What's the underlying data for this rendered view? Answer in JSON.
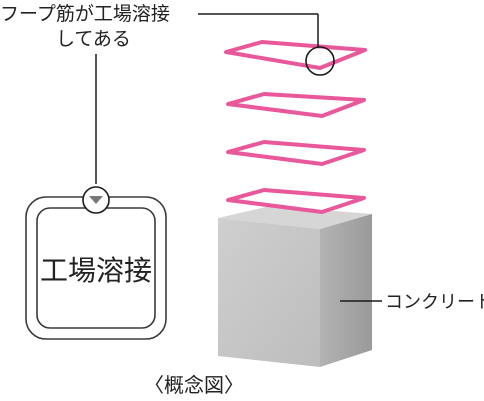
{
  "labels": {
    "callout_line1": "フープ筋が工場溶接",
    "callout_line2": "してある",
    "detail_text": "工場溶接",
    "material": "コンクリート",
    "caption": "〈概念図〉"
  },
  "colors": {
    "hoop": "#e8589a",
    "rebar": "#8a8a8a",
    "concrete_front": "#c8c8c8",
    "concrete_side": "#a9a9a9",
    "concrete_top": "#d9d9d9",
    "line": "#1a1a1a"
  }
}
